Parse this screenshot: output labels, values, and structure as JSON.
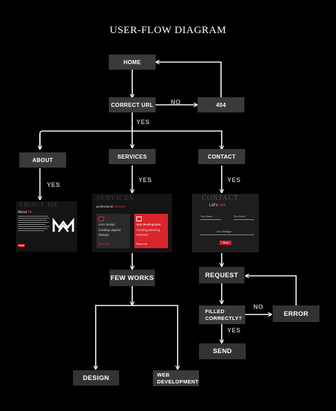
{
  "title": "USER-FLOW DIAGRAM",
  "nodes": {
    "home": "HOME",
    "correct_url": "CORRECT URL",
    "not_found": "404",
    "about": "ABOUT",
    "services": "SERVICES",
    "contact": "CONTACT",
    "few_works": "FEW WORKS",
    "request": "REQUEST",
    "filled_line1": "FILLED",
    "filled_line2": "CORRECTLY?",
    "error": "ERROR",
    "send": "SEND",
    "design": "DESIGN",
    "web_dev_line1": "WEB",
    "web_dev_line2": "DEVELOPMENT"
  },
  "edge_labels": {
    "no_404": "NO",
    "yes_main": "YES",
    "yes_about": "YES",
    "yes_services": "YES",
    "yes_contact": "YES",
    "no_error": "NO",
    "yes_send": "YES"
  },
  "thumb_about": {
    "heading": "ABOUT ME",
    "about_word": "About",
    "about_me": "Me",
    "button": "more"
  },
  "thumb_services": {
    "heading": "SERVICES",
    "professional": "professional",
    "services_word": "services",
    "card1_title": "ui/ux design",
    "card1_line1": "creating original",
    "card1_line2": "designs",
    "card1_link": "Read me",
    "card2_title": "web development",
    "card2_line1": "creating amazing",
    "card2_line2": "websites",
    "card2_link": "Read me"
  },
  "thumb_contact": {
    "heading": "CONTACT",
    "lets": "Let's",
    "talk": "talk",
    "field_name": "Your Name",
    "field_email": "Your Email",
    "field_message": "Your Message",
    "button": "Send"
  },
  "colors": {
    "box": "#3a3a3a",
    "line": "#ffffff",
    "accent_red": "#d8252c",
    "background": "#000000"
  }
}
